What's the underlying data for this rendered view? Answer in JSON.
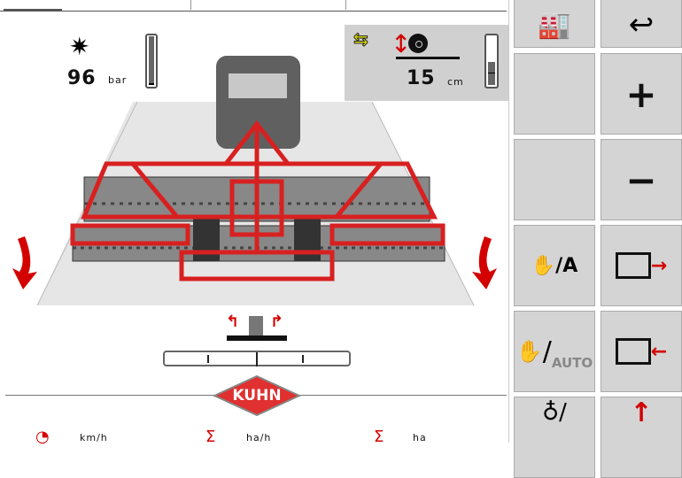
{
  "pressure": {
    "value": "96",
    "unit": "bar",
    "level": 0.95
  },
  "depth": {
    "value": "15",
    "unit": "cm",
    "level": 0.45
  },
  "logo": "KUHN",
  "footer": {
    "speed_unit": "km/h",
    "rate_unit": "ha/h",
    "area_unit": "ha"
  },
  "buttons": {
    "plus": "+",
    "minus": "−",
    "auto": "AUTO"
  },
  "colors": {
    "accent": "#d40000",
    "button": "#d4d4d4"
  }
}
